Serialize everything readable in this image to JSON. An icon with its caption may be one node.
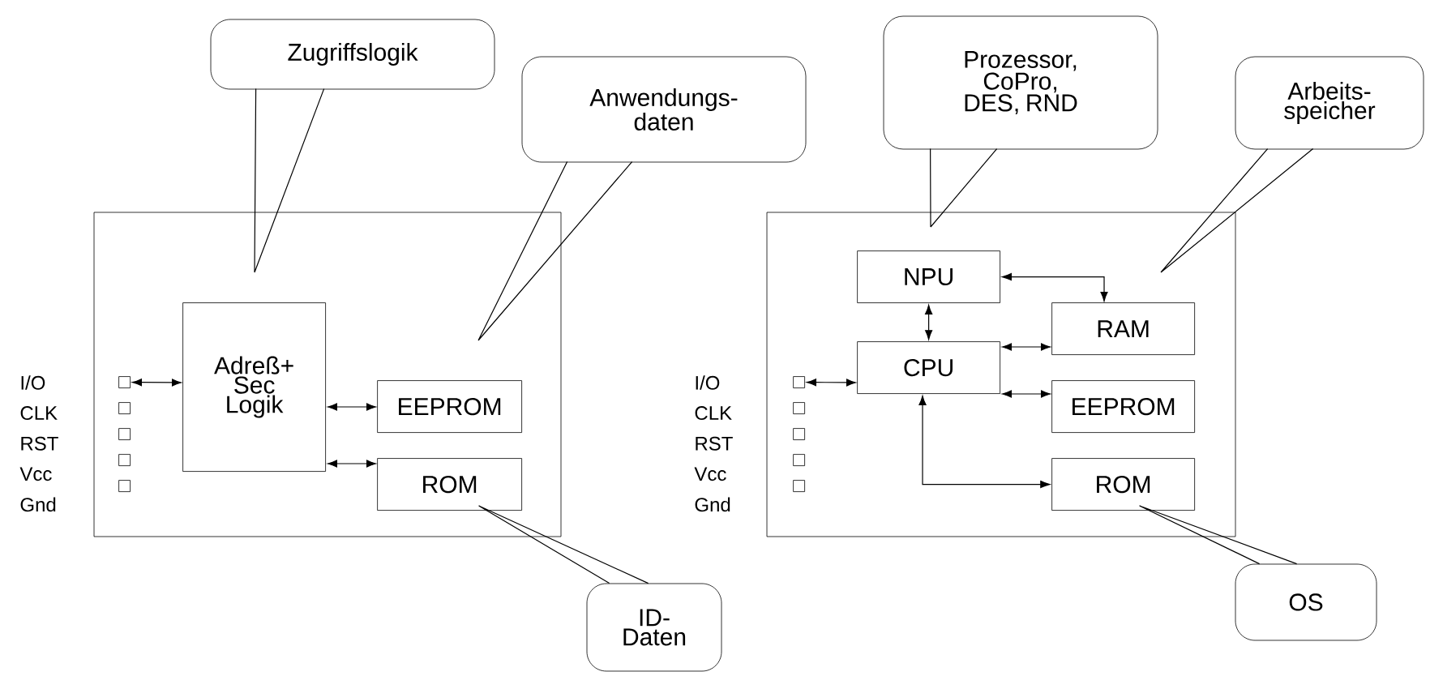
{
  "diagram": {
    "nodes": [
      {
        "text": [
          "Zugriffslogik"
        ]
      },
      {
        "text": [
          "Anwendungs- daten"
        ]
      },
      {
        "text": [
          "Prozessor, CoPro, DES, RND"
        ]
      },
      {
        "text": [
          "Arbeits- speicher"
        ]
      },
      {
        "text": [],
        "shape": "box"
      },
      {
        "text": [
          "Adreß+ Sec Logik"
        ],
        "in": 4
      },
      {
        "text": [
          "EEPROM"
        ],
        "in": 4
      },
      {
        "text": [
          "ROM"
        ],
        "in": 4
      },
      {
        "text": [],
        "shape": "box",
        "in": 4
      },
      {
        "text": [],
        "shape": "box",
        "in": 4
      },
      {
        "text": [],
        "shape": "box",
        "in": 4
      },
      {
        "text": [],
        "shape": "box",
        "in": 4
      },
      {
        "text": [],
        "shape": "box",
        "in": 4
      },
      {
        "text": [],
        "shape": "box"
      },
      {
        "text": [
          "NPU"
        ],
        "in": 13
      },
      {
        "text": [
          "CPU"
        ],
        "in": 13
      },
      {
        "text": [
          "RAM"
        ],
        "in": 13
      },
      {
        "text": [
          "EEPROM"
        ],
        "in": 13
      },
      {
        "text": [
          "ROM"
        ],
        "in": 13
      },
      {
        "text": [],
        "shape": "box",
        "in": 13
      },
      {
        "text": [],
        "shape": "box",
        "in": 13
      },
      {
        "text": [],
        "shape": "box",
        "in": 13
      },
      {
        "text": [],
        "shape": "box",
        "in": 13
      },
      {
        "text": [],
        "shape": "box",
        "in": 13
      },
      {
        "text": [
          "ID- Daten"
        ]
      },
      {
        "text": [
          "OS"
        ]
      }
    ],
    "edges": [
      {
        "from": 0,
        "to": null,
        "arrow": "none"
      },
      {
        "from": 1,
        "to": null,
        "arrow": "none"
      },
      {
        "from": 2,
        "to": null,
        "arrow": "none"
      },
      {
        "from": 3,
        "to": null,
        "arrow": "none"
      },
      {
        "from": 24,
        "to": 7,
        "arrow": "none"
      },
      {
        "from": 25,
        "to": 18,
        "arrow": "none"
      },
      {
        "from": 8,
        "to": 5,
        "arrow": "both"
      },
      {
        "from": 5,
        "to": 6,
        "arrow": "both"
      },
      {
        "from": 5,
        "to": 7,
        "arrow": "both"
      },
      {
        "from": 19,
        "to": 15,
        "arrow": "both"
      },
      {
        "from": 14,
        "to": 15,
        "arrow": "both"
      },
      {
        "from": 14,
        "to": 16,
        "arrow": "both"
      },
      {
        "from": 15,
        "to": 16,
        "arrow": "both"
      },
      {
        "from": 15,
        "to": 17,
        "arrow": "both"
      },
      {
        "from": 15,
        "to": 18,
        "arrow": "both"
      }
    ],
    "labels": [
      "I/O",
      "CLK",
      "RST",
      "Vcc",
      "Gnd",
      "I/O",
      "CLK",
      "RST",
      "Vcc",
      "Gnd"
    ]
  }
}
